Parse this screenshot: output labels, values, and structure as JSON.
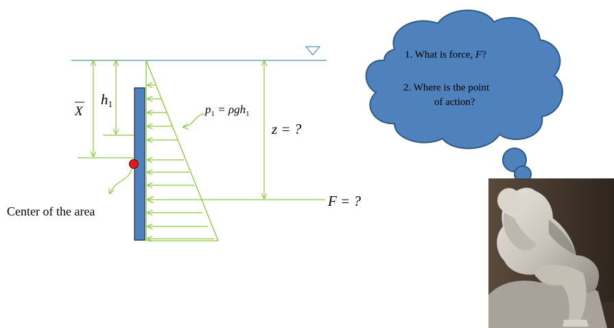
{
  "diagram": {
    "colors": {
      "water_line": "#4a90b8",
      "green": "#8cc63f",
      "plate_fill": "#4f81bd",
      "plate_stroke": "#1f2d4a",
      "centroid": "#e11b1b",
      "cloud_fill": "#4f81bd",
      "cloud_stroke": "#2e5a8a"
    },
    "labels": {
      "xbar_symbol": "X",
      "h1_main": "h",
      "h1_sub": "1",
      "pressure_p": "p",
      "pressure_p_sub": "1",
      "pressure_eq": " = ρgh",
      "pressure_h_sub": "1",
      "z_eq": "z = ?",
      "f_eq": "F = ?",
      "center_of_area": "Center of the area"
    },
    "cloud": {
      "q1_text": "1. What is force, ",
      "q1_var": "F",
      "q1_end": "?",
      "q2_line1": "2. Where is the point",
      "q2_line2": "of action?"
    },
    "image": {
      "subject": "The Thinker statue"
    }
  }
}
